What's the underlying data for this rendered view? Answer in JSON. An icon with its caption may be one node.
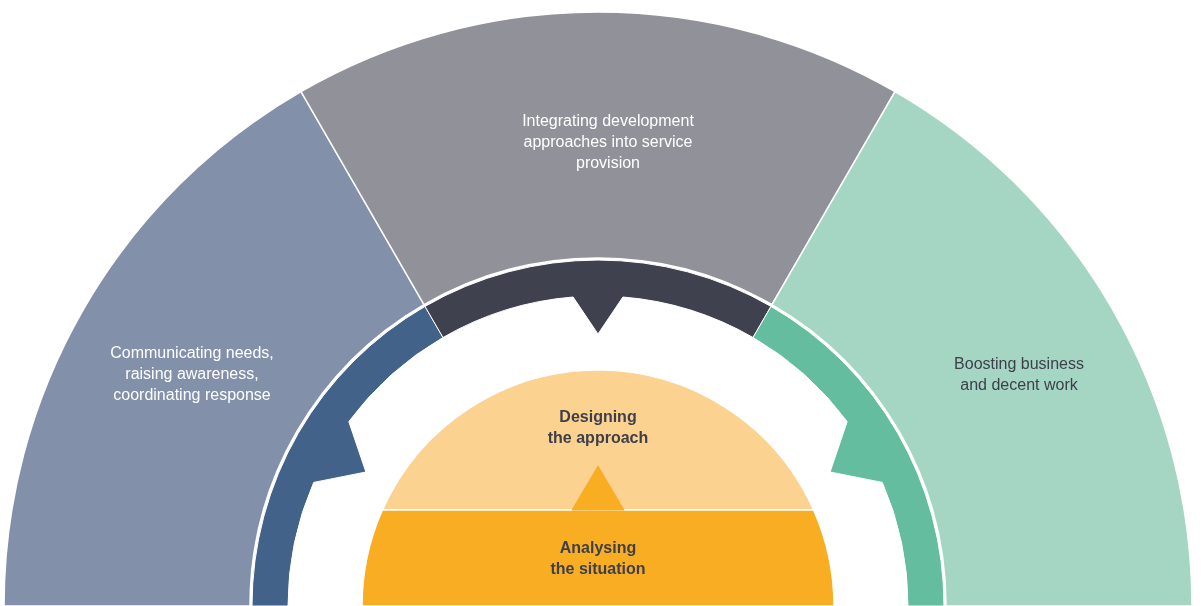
{
  "diagram": {
    "nodes": [
      {
        "text": [
          "Communicating needs, raising awareness, coordinating response"
        ]
      },
      {
        "text": [
          "Integrating development approaches into service provision"
        ]
      },
      {
        "text": [
          "Boosting business and decent work"
        ]
      },
      {
        "text": [
          "Designing the approach"
        ]
      },
      {
        "text": [
          "Analysing the situation"
        ]
      },
      {
        "text": [],
        "shape": "band"
      },
      {
        "text": [],
        "shape": "band"
      },
      {
        "text": [],
        "shape": "band"
      }
    ],
    "edges": [
      {
        "from": 4,
        "to": 3,
        "arrow": "to",
        "color": "#f9ad22"
      }
    ]
  }
}
